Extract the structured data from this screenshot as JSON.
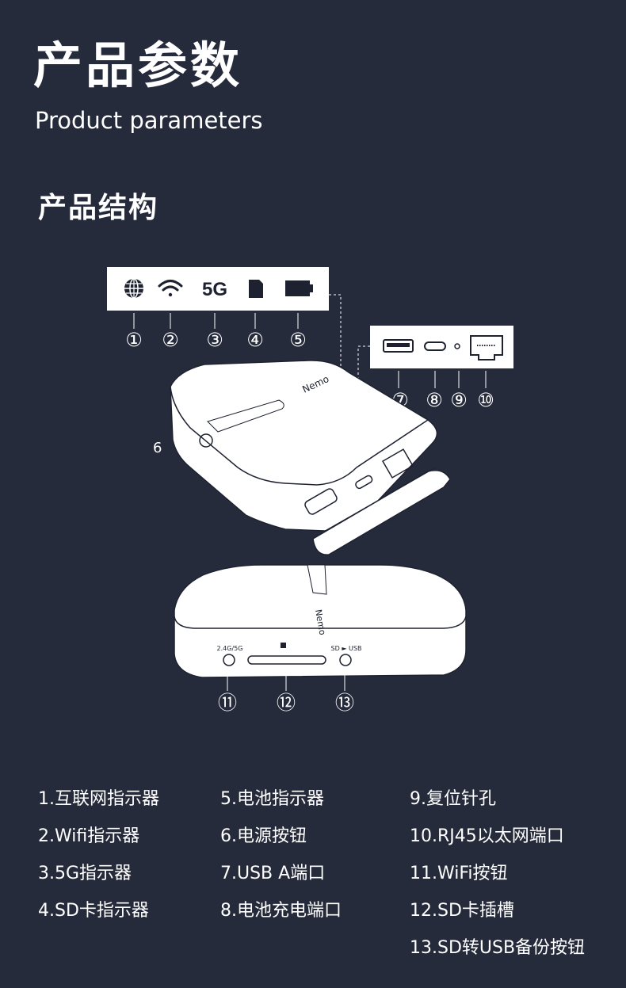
{
  "header": {
    "title_cn": "产品参数",
    "title_en": "Product parameters",
    "section_title": "产品结构"
  },
  "indicator_panel": {
    "icons": [
      "globe-icon",
      "wifi-icon",
      "5g-icon",
      "sd-card-icon",
      "battery-icon"
    ],
    "label_5g": "5G",
    "callouts": [
      "①",
      "②",
      "③",
      "④",
      "⑤"
    ]
  },
  "port_panel": {
    "icons": [
      "usb-a-port-icon",
      "usb-c-port-icon",
      "reset-hole-icon",
      "rj45-port-icon"
    ],
    "callouts": [
      "⑦",
      "⑧",
      "⑨",
      "⑩"
    ]
  },
  "device": {
    "side_label": "6",
    "brand": "Nemo"
  },
  "bottom_device": {
    "button_label_left": "2.4G/5G",
    "button_label_right": "SD ► USB",
    "callouts": [
      "⑪",
      "⑫",
      "⑬"
    ]
  },
  "parts": {
    "col1": [
      "1.互联网指示器",
      "2.Wifi指示器",
      "3.5G指示器",
      "4.SD卡指示器"
    ],
    "col2": [
      "5.电池指示器",
      "6.电源按钮",
      "7.USB A端口",
      "8.电池充电端口"
    ],
    "col3": [
      "9.复位针孔",
      "10.RJ45以太网端口",
      "11.WiFi按钮",
      "12.SD卡插槽",
      "13.SD转USB备份按钮"
    ]
  },
  "colors": {
    "background": "#262b3c",
    "text": "#ffffff",
    "device_fill": "#ffffff",
    "line": "#1e2230"
  }
}
